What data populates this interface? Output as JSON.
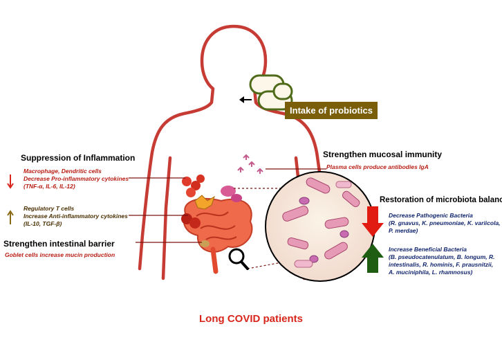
{
  "probiotics": {
    "label": "Intake of probiotics"
  },
  "inflammation": {
    "title": "Suppression of Inflammation",
    "pro": {
      "line1": "Macrophage, Dendritic cells",
      "line2": "Decrease Pro-inflammatory cytokines",
      "line3": "(TNF-α, IL-6, IL-12)"
    },
    "anti": {
      "line1": "Regulatory T cells",
      "line2": "Increase Anti-inflammatory cytokines",
      "line3": "(IL-10, TGF-β)"
    }
  },
  "barrier": {
    "title": "Strengthen intestinal barrier",
    "sub": "Goblet cells increase mucin production"
  },
  "mucosal": {
    "title": "Strengthen mucosal immunity",
    "sub": "Plasma cells produce antibodies IgA"
  },
  "microbiota": {
    "title": "Restoration of microbiota balance",
    "decrease": {
      "line1": "Decrease Pathogenic Bacteria",
      "line2": "(R. gnavus, K. pneumoniae, K. variicola,",
      "line3": "P. merdae)"
    },
    "increase": {
      "line1": "Increase Beneficial Bacteria",
      "line2": "(B. pseudocatenulatum, B. longum, R.",
      "line3": "intestinalis, R. hominis, F. prausnitzii,",
      "line4": "A. muciniphila, L. rhamnosus)"
    }
  },
  "footer": "Long COVID patients",
  "colors": {
    "body_outline": "#c0271f",
    "badge": "#7a5e0a",
    "decrease_arrow": "#e11a12",
    "increase_arrow": "#1f5e12",
    "anti_arrow": "#8a6a14",
    "footer": "#d8261c"
  }
}
